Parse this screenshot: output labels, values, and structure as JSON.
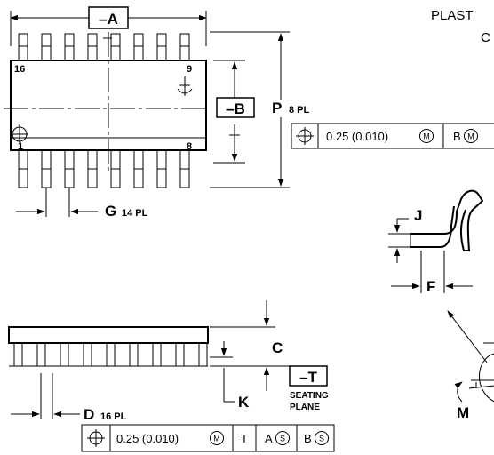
{
  "header": {
    "line1": "PLAST",
    "line2": "C"
  },
  "top_view": {
    "datum_a": "–A",
    "datum_b": "–B",
    "pin16": "16",
    "pin9": "9",
    "pin1": "1",
    "pin8": "8",
    "dim_p": "P",
    "dim_p_count": "8 PL",
    "dim_g": "G",
    "dim_g_count": "14 PL",
    "fcf_value": "0.25 (0.010)",
    "fcf_mod": "M",
    "fcf_datum": "B",
    "fcf_datum_mod": "M"
  },
  "detail_view": {
    "dim_j": "J",
    "dim_f": "F",
    "dim_m": "M"
  },
  "side_view": {
    "dim_c": "C",
    "datum_t": "–T",
    "seating_1": "SEATING",
    "seating_2": "PLANE",
    "dim_k": "K",
    "dim_d": "D",
    "dim_d_count": "16 PL",
    "fcf_value": "0.25 (0.010)",
    "fcf_mod": "M",
    "fcf_t": "T",
    "fcf_a": "A",
    "fcf_a_mod": "S",
    "fcf_b": "B",
    "fcf_b_mod": "S"
  }
}
